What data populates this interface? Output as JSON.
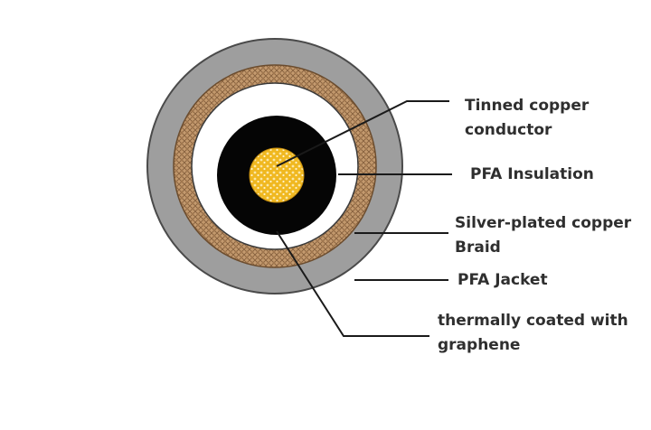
{
  "diagram": {
    "labels": {
      "conductor": {
        "line1": "Tinned copper",
        "line2": "conductor"
      },
      "insulation": {
        "line1": "PFA Insulation"
      },
      "braid": {
        "line1": "Silver-plated copper",
        "line2": "Braid"
      },
      "jacket": {
        "line1": "PFA Jacket"
      },
      "graphene": {
        "line1": "thermally coated with",
        "line2": "graphene"
      }
    },
    "colors": {
      "jacket": "#9e9e9e",
      "braid": "#c49a6c",
      "braid_weave": "#8a6440",
      "insulation": "#ffffff",
      "graphene_coating": "#050505",
      "conductor": "#f0b820",
      "leader": "#1a1a1a",
      "text": "#2f2f2f"
    }
  }
}
